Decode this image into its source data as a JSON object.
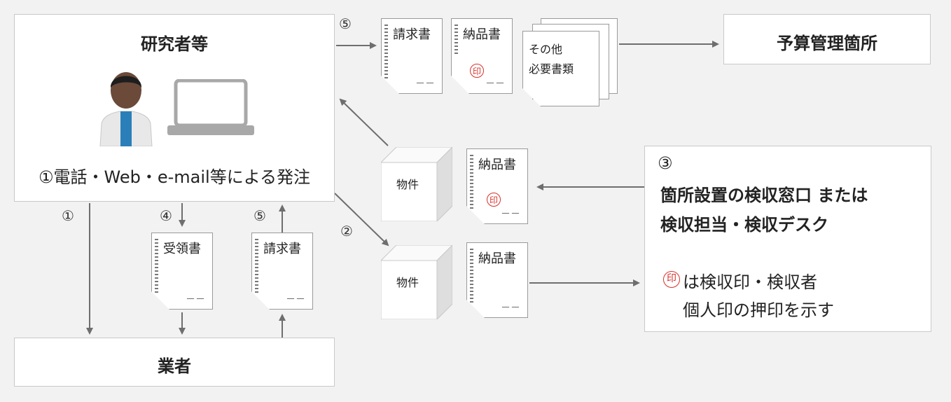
{
  "nodes": {
    "researcher": "研究者等",
    "order_text": "①電話・Web・e-mail等による発注",
    "vendor": "業者",
    "budget_office": "予算管理箇所",
    "inspection_step": "③",
    "inspection_line1": "箇所設置の検収窓口 または",
    "inspection_line2": "検収担当・検収デスク",
    "seal_note_line1": "は検収印・検収者",
    "seal_note_line2": "個人印の押印を示す"
  },
  "documents": {
    "invoice": "請求書",
    "delivery_slip": "納品書",
    "receipt": "受領書",
    "other_line1": "その他",
    "other_line2": "必要書類",
    "goods": "物件",
    "dash": "－－"
  },
  "steps": {
    "one": "①",
    "two": "②",
    "four": "④",
    "five": "⑤"
  },
  "seal_char": "印",
  "colors": {
    "seal": "#d9302a",
    "arrow": "#6e6e6e",
    "background": "#f2f2f2"
  }
}
